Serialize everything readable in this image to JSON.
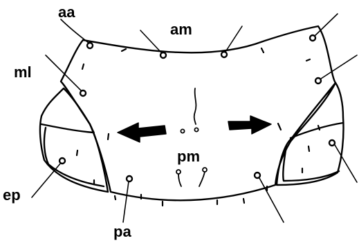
{
  "labels": {
    "aa": "aa",
    "am": "am",
    "ml": "ml",
    "pm": "pm",
    "ep": "ep",
    "pa": "pa"
  },
  "colors": {
    "ink": "#000000",
    "background": "#ffffff"
  },
  "arrows": [
    "arrow-left-icon",
    "arrow-right-icon"
  ]
}
